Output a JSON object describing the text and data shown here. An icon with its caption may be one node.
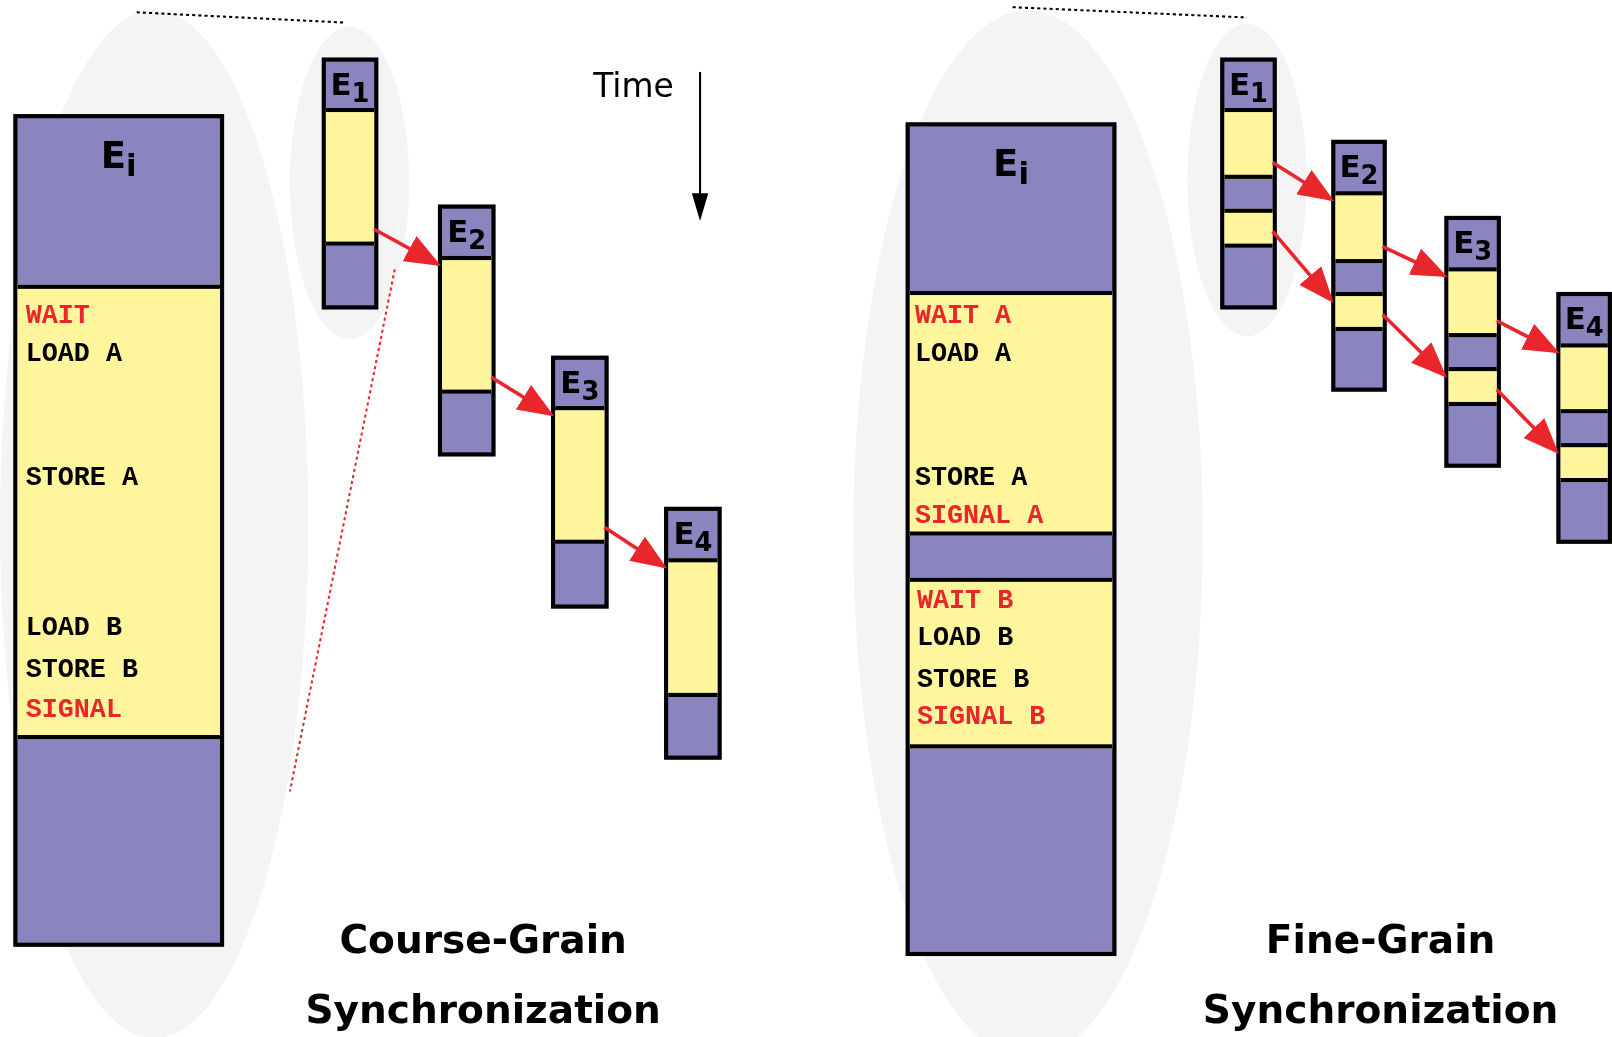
{
  "diagram": {
    "nodes": [
      {
        "text": [
          "E$_{i}$"
        ]
      },
      {
        "text": [
          "WAIT",
          "LOAD A",
          "STORE A",
          "LOAD B",
          "STORE B",
          "SIGNAL"
        ],
        "in": 0
      },
      {
        "text": [
          "E$_{1}$"
        ]
      },
      {
        "text": [],
        "shape": "box",
        "in": 2
      },
      {
        "text": [
          "E$_{2}$"
        ]
      },
      {
        "text": [],
        "shape": "box",
        "in": 4
      },
      {
        "text": [
          "E$_{3}$"
        ]
      },
      {
        "text": [],
        "shape": "box",
        "in": 6
      },
      {
        "text": [
          "E$_{4}$"
        ]
      },
      {
        "text": [],
        "shape": "box",
        "in": 8
      },
      {
        "text": [
          "E$_{i}$"
        ]
      },
      {
        "text": [
          "WAIT A",
          "LOAD A",
          "STORE A",
          "SIGNAL A"
        ],
        "in": 10
      },
      {
        "text": [
          "WAIT B",
          "LOAD B",
          "STORE B",
          "SIGNAL B"
        ],
        "in": 10
      },
      {
        "text": [
          "E$_{1}$"
        ]
      },
      {
        "text": [],
        "shape": "box",
        "in": 13
      },
      {
        "text": [],
        "shape": "box",
        "in": 13
      },
      {
        "text": [
          "E$_{2}$"
        ]
      },
      {
        "text": [],
        "shape": "box",
        "in": 16
      },
      {
        "text": [],
        "shape": "box",
        "in": 16
      },
      {
        "text": [
          "E$_{3}$"
        ]
      },
      {
        "text": [],
        "shape": "box",
        "in": 19
      },
      {
        "text": [],
        "shape": "box",
        "in": 19
      },
      {
        "text": [
          "E$_{4}$"
        ]
      },
      {
        "text": [],
        "shape": "box",
        "in": 22
      },
      {
        "text": [],
        "shape": "box",
        "in": 22
      }
    ],
    "edges": [
      {
        "from": 3,
        "to": 5,
        "arrow": "to"
      },
      {
        "from": 5,
        "to": 7,
        "arrow": "to"
      },
      {
        "from": 7,
        "to": 9,
        "arrow": "to"
      },
      {
        "from": 14,
        "to": 17,
        "arrow": "to"
      },
      {
        "from": 17,
        "to": 20,
        "arrow": "to"
      },
      {
        "from": 20,
        "to": 23,
        "arrow": "to"
      },
      {
        "from": 15,
        "to": 18,
        "arrow": "to"
      },
      {
        "from": 18,
        "to": 21,
        "arrow": "to"
      },
      {
        "from": 21,
        "to": 24,
        "arrow": "to"
      }
    ],
    "labels": [
      "Time",
      "Course-Grain Synchronization",
      "Fine-Grain Synchronization"
    ]
  }
}
